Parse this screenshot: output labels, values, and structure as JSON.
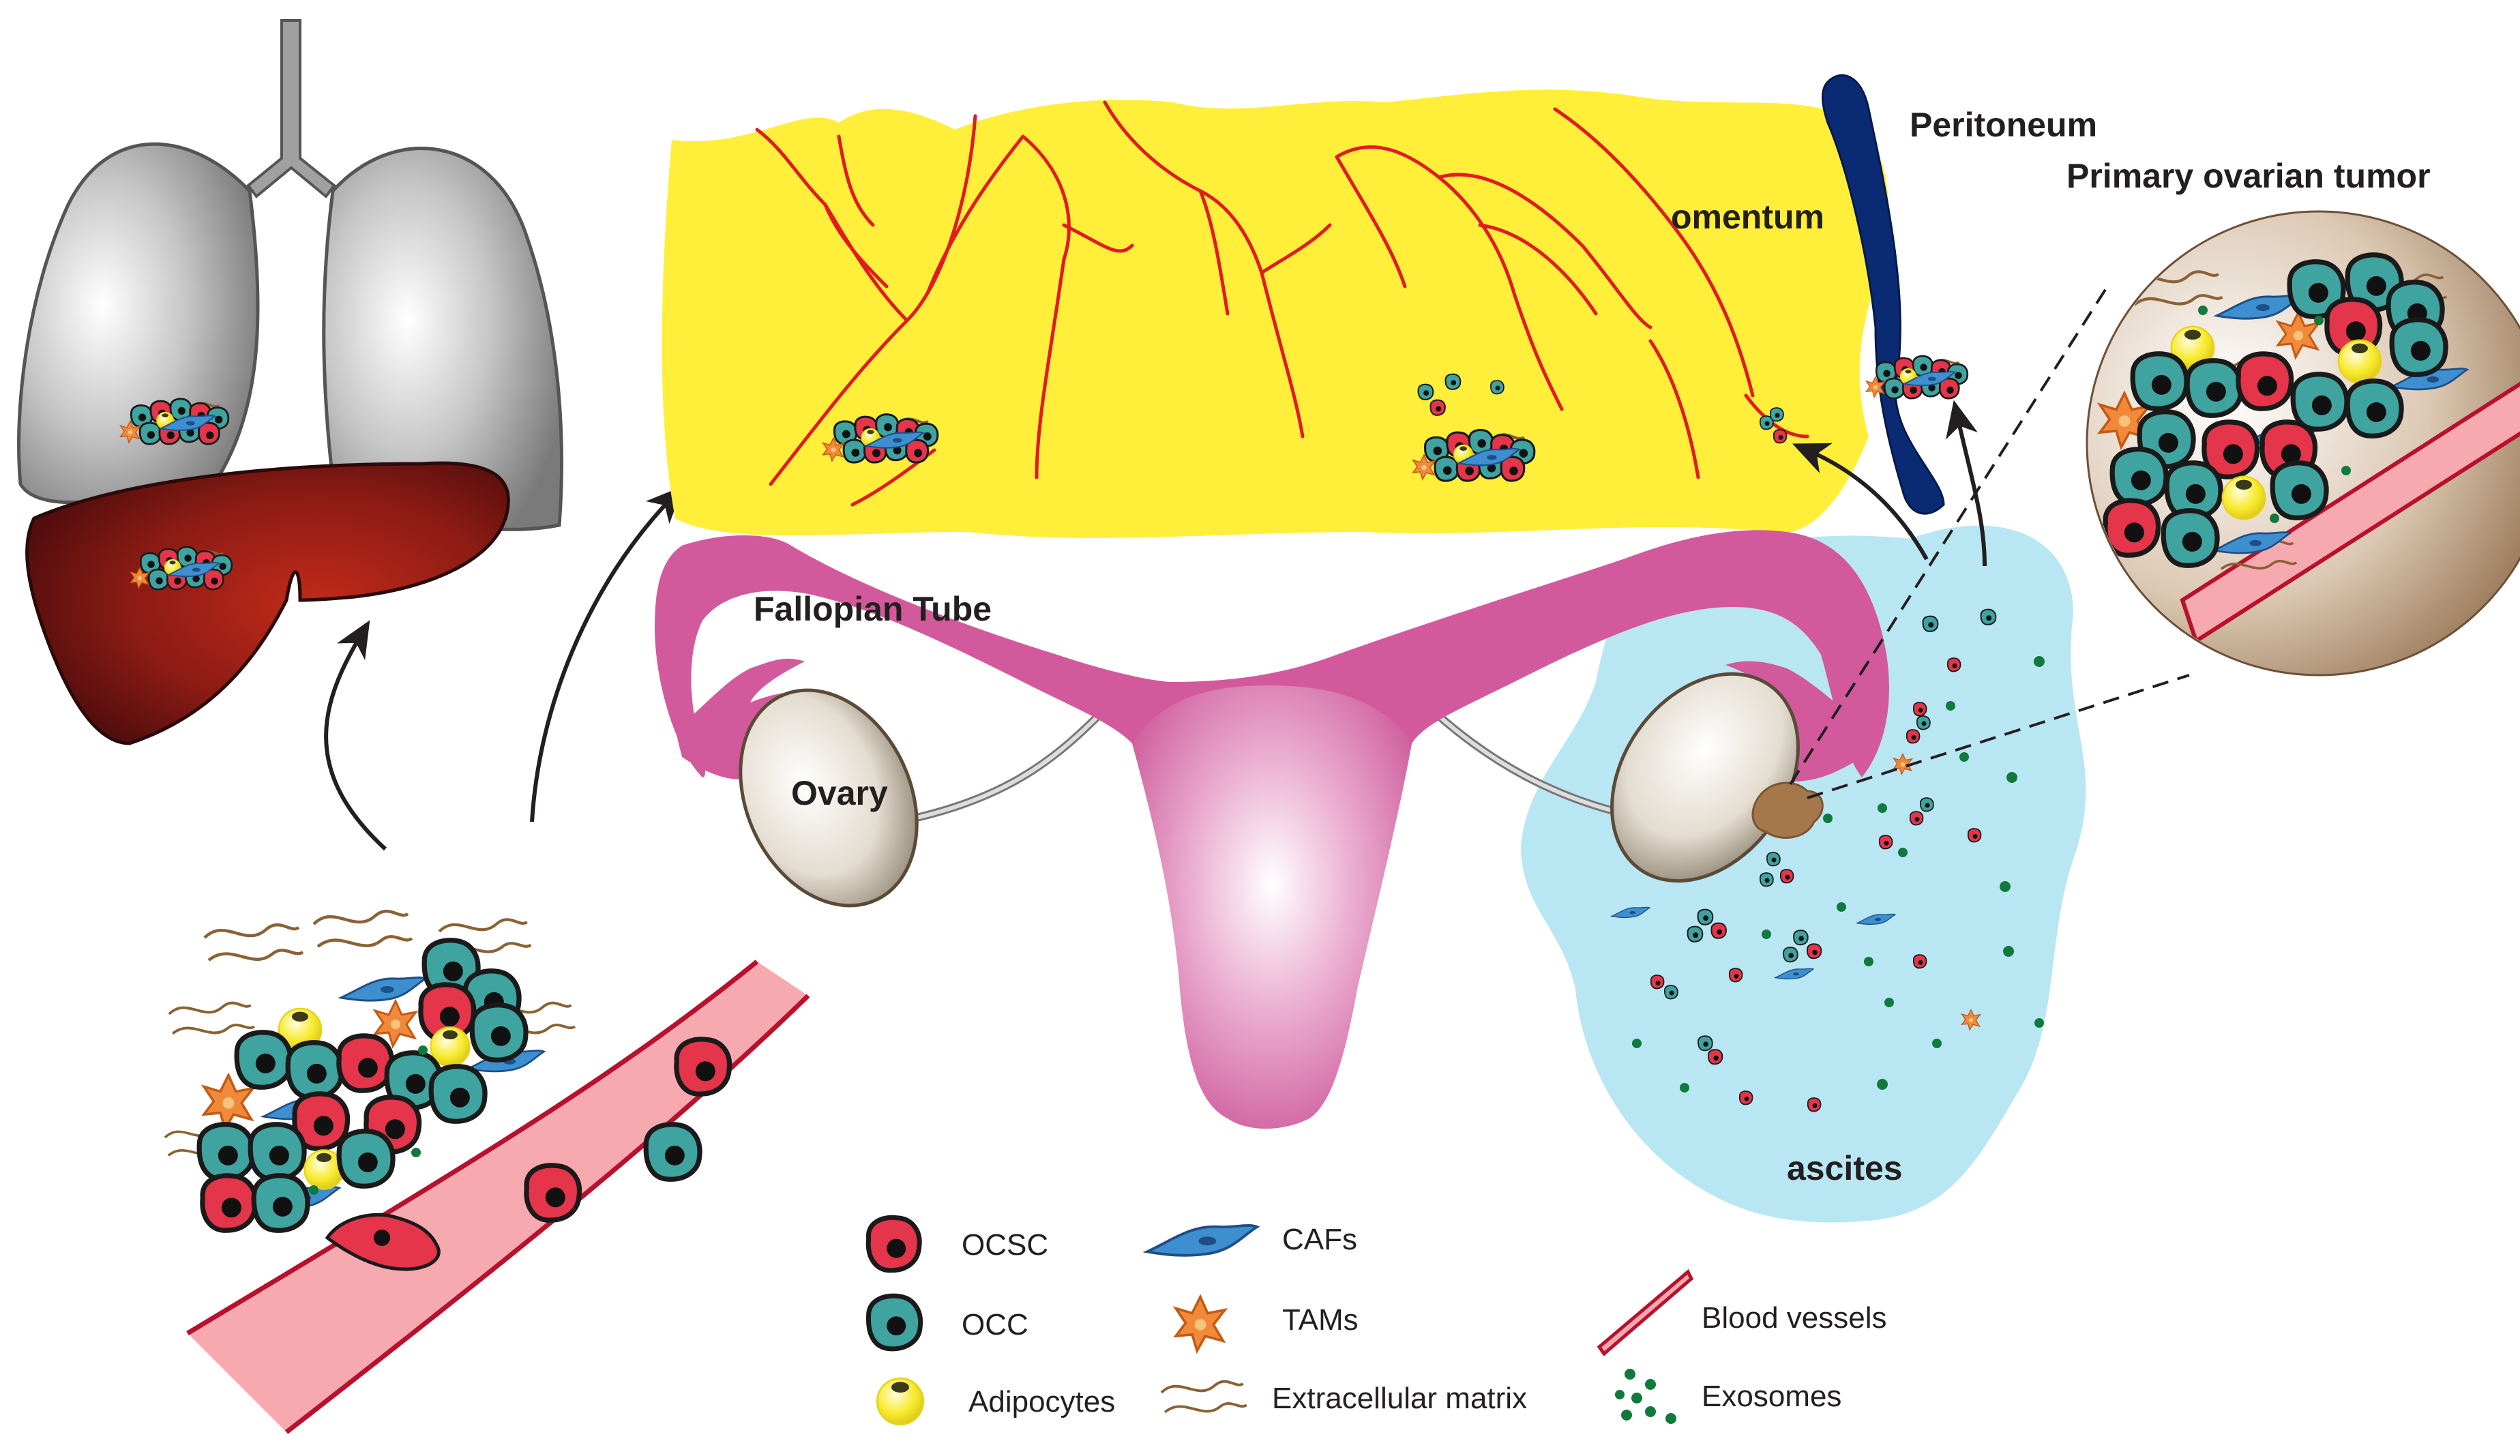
{
  "labels": {
    "peritoneum": "Peritoneum",
    "primary_tumor": "Primary ovarian tumor",
    "omentum": "omentum",
    "fallopian_tube": "Fallopian Tube",
    "ovary": "Ovary",
    "ascites": "ascites"
  },
  "legend": {
    "ocsc": "OCSC",
    "occ": "OCC",
    "adipocytes": "Adipocytes",
    "cafs": "CAFs",
    "tams": "TAMs",
    "ecm": "Extracellular matrix",
    "blood_vessels": "Blood vessels",
    "exosomes": "Exosomes"
  },
  "colors": {
    "omentum": "#ffef3a",
    "vessel_line": "#e01b22",
    "uterus": "#d25a9c",
    "ascites": "#b9e6f3",
    "peritoneum": "#0b2a74",
    "ocsc": "#e4354a",
    "occ": "#3fa3a0",
    "adipocyte": "#f8ec22",
    "caf": "#3d8fcf",
    "tam": "#f08a3a",
    "ecm": "#8a6234",
    "exosome": "#0f7a3c",
    "blood_vessel_fill": "#f7a9b0",
    "blood_vessel_edge": "#b8102d",
    "liver": "#8d1a14",
    "lung": "#9a9a9a"
  }
}
